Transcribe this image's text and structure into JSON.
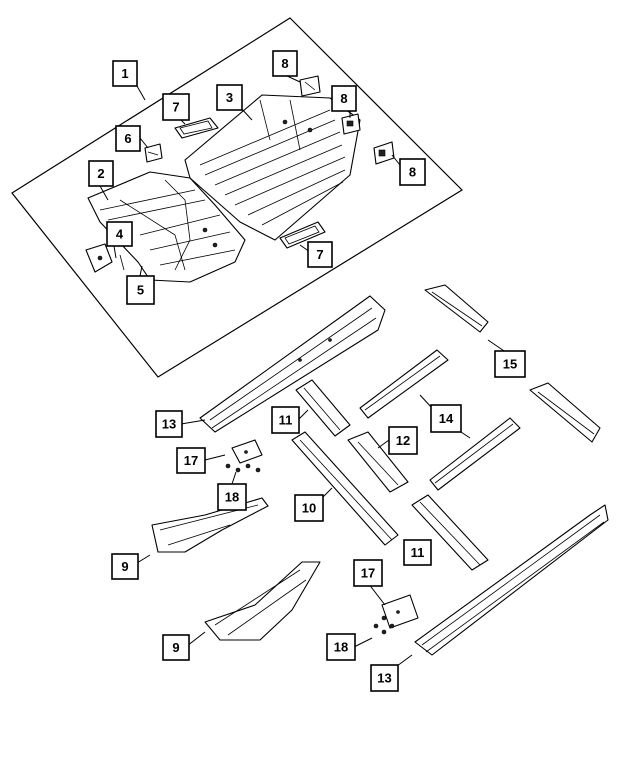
{
  "callouts": {
    "c1": "1",
    "c2": "2",
    "c3": "3",
    "c4": "4",
    "c5": "5",
    "c6": "6",
    "c7a": "7",
    "c7b": "7",
    "c8a": "8",
    "c8b": "8",
    "c8c": "8",
    "c9a": "9",
    "c9b": "9",
    "c10": "10",
    "c11a": "11",
    "c11b": "11",
    "c12": "12",
    "c13a": "13",
    "c13b": "13",
    "c14": "14",
    "c15": "15",
    "c17a": "17",
    "c17b": "17",
    "c18a": "18",
    "c18b": "18"
  }
}
